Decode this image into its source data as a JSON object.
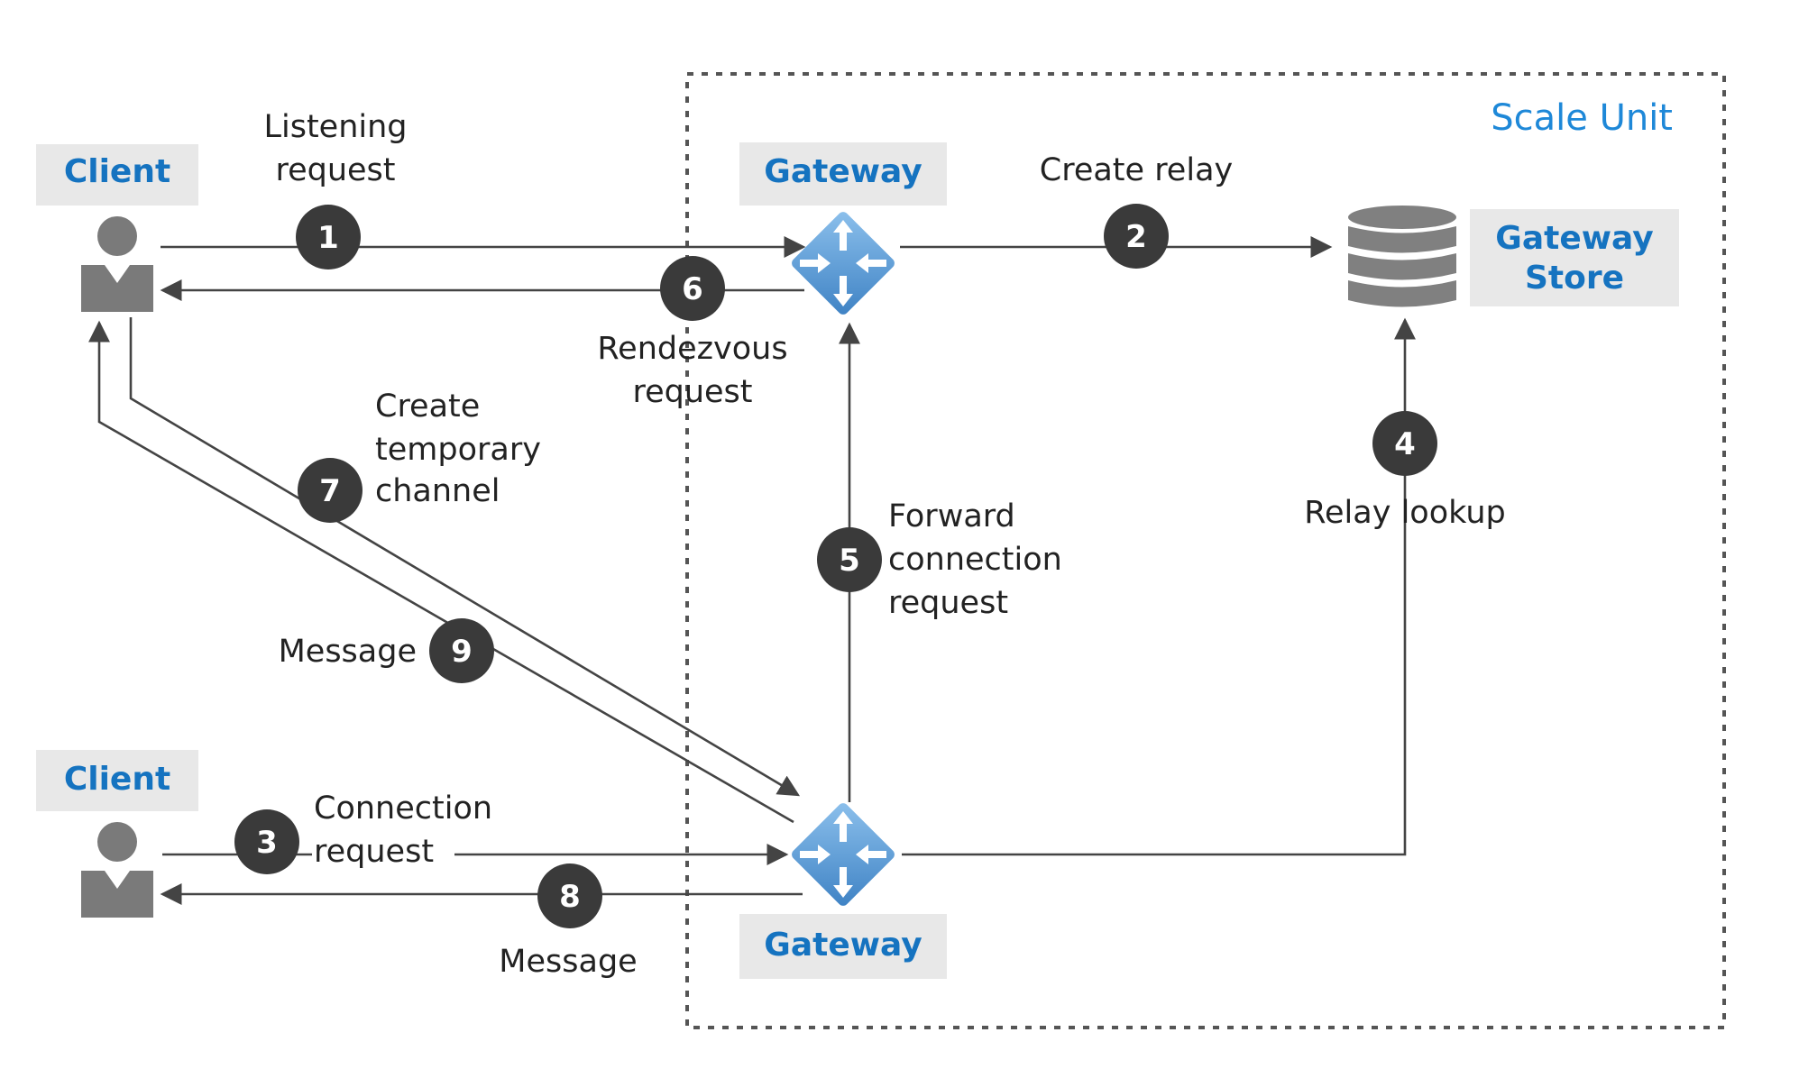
{
  "scale_unit": {
    "label": "Scale Unit"
  },
  "nodes": {
    "client_top": {
      "label": "Client"
    },
    "client_bottom": {
      "label": "Client"
    },
    "gateway_top": {
      "label": "Gateway"
    },
    "gateway_bottom": {
      "label": "Gateway"
    },
    "gateway_store": {
      "line1": "Gateway",
      "line2": "Store"
    }
  },
  "steps": [
    {
      "number": "1",
      "lines": [
        "Listening",
        "request"
      ]
    },
    {
      "number": "2",
      "lines": [
        "Create relay"
      ]
    },
    {
      "number": "3",
      "lines": [
        "Connection",
        "request"
      ]
    },
    {
      "number": "4",
      "lines": [
        "Relay lookup"
      ]
    },
    {
      "number": "5",
      "lines": [
        "Forward",
        "connection",
        "request"
      ]
    },
    {
      "number": "6",
      "lines": [
        "Rendezvous",
        "request"
      ]
    },
    {
      "number": "7",
      "lines": [
        "Create",
        "temporary",
        "channel"
      ]
    },
    {
      "number": "8",
      "lines": [
        "Message"
      ]
    },
    {
      "number": "9",
      "lines": [
        "Message"
      ]
    }
  ],
  "colors": {
    "node_label": "#1573C0",
    "scale_unit": "#1E88D8",
    "badge": "#3A3A3A",
    "person": "#7A7A7A",
    "gateway_icon": "#5B9BD5"
  },
  "icons": {
    "client": "person-icon",
    "gateway": "router-icon",
    "store": "database-icon"
  }
}
